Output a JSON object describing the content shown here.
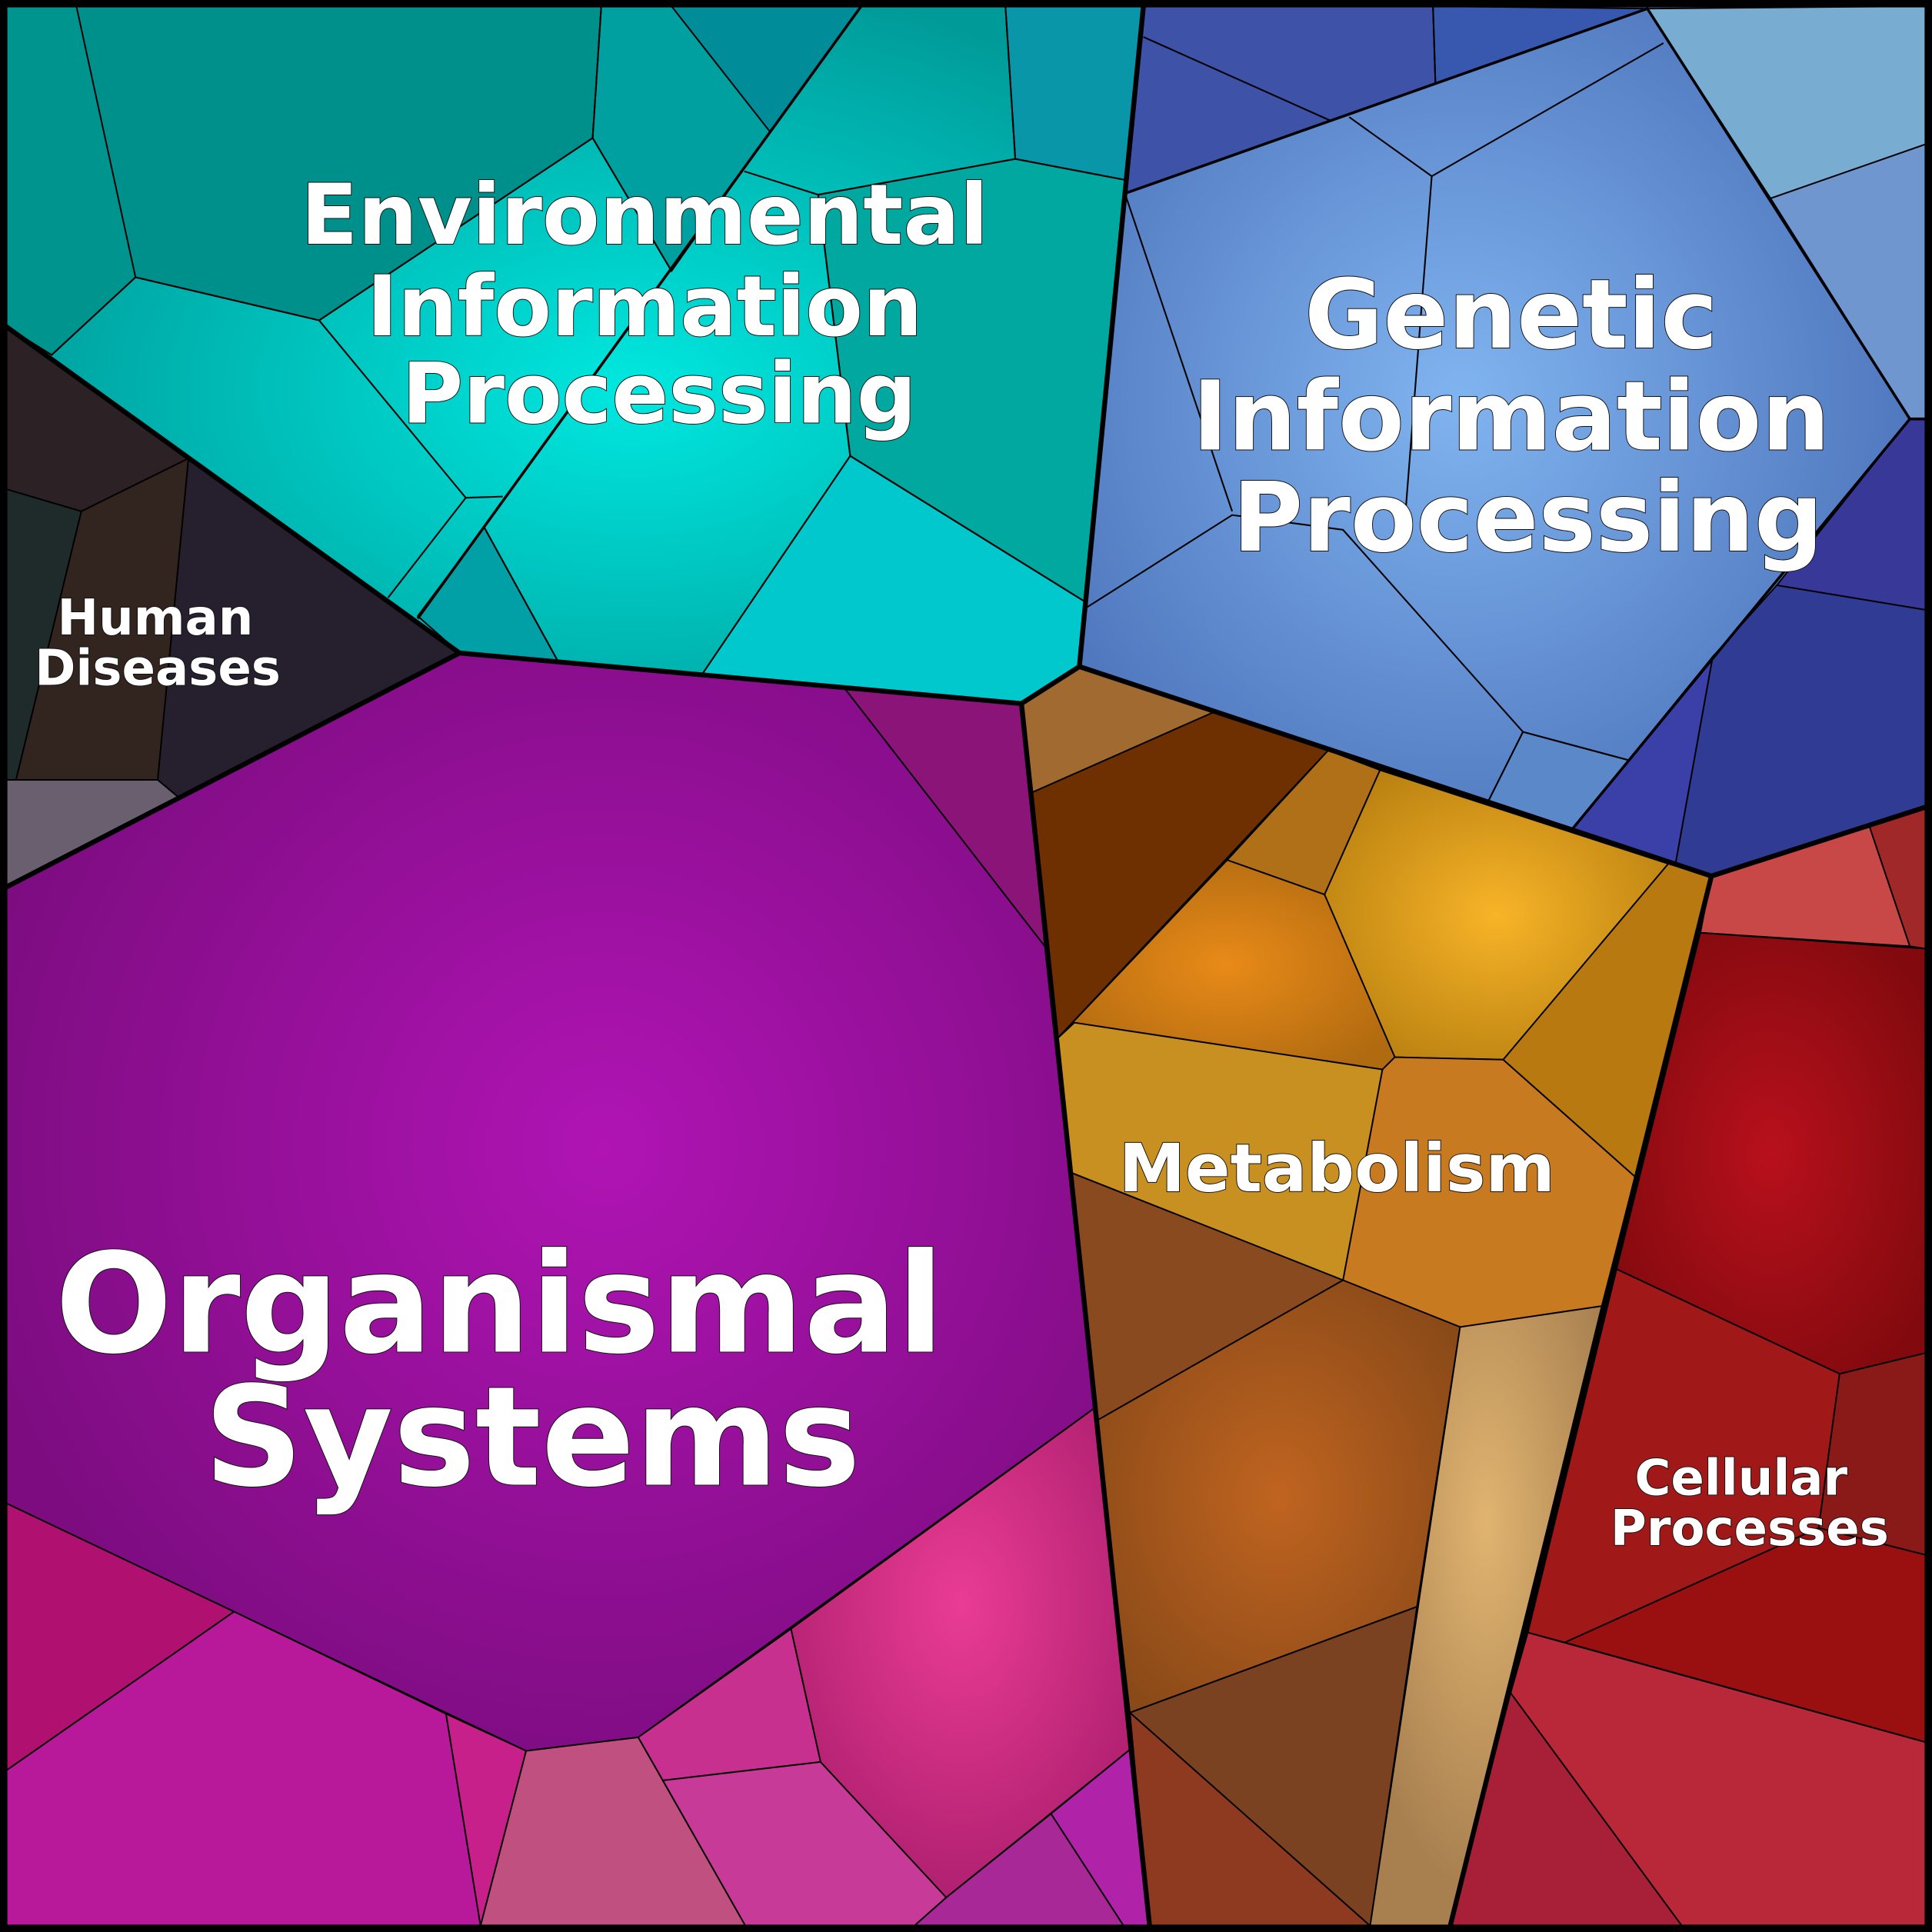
{
  "title": "KEGG pathway categories Voronoi treemap",
  "categories": [
    {
      "id": "environmental",
      "lines": [
        "Environmental",
        "Information",
        "Processing"
      ],
      "color": "#00b4b4"
    },
    {
      "id": "genetic",
      "lines": [
        "Genetic",
        "Information",
        "Processing"
      ],
      "color": "#5a8ccc"
    },
    {
      "id": "human-diseases",
      "lines": [
        "Human",
        "Diseases"
      ],
      "color": "#2a2228"
    },
    {
      "id": "organismal",
      "lines": [
        "Organismal",
        "Systems"
      ],
      "color": "#9a12a0"
    },
    {
      "id": "metabolism",
      "lines": [
        "Metabolism"
      ],
      "color": "#c88a20"
    },
    {
      "id": "cellular",
      "lines": [
        "Cellular",
        "Processes"
      ],
      "color": "#9a1018"
    }
  ]
}
